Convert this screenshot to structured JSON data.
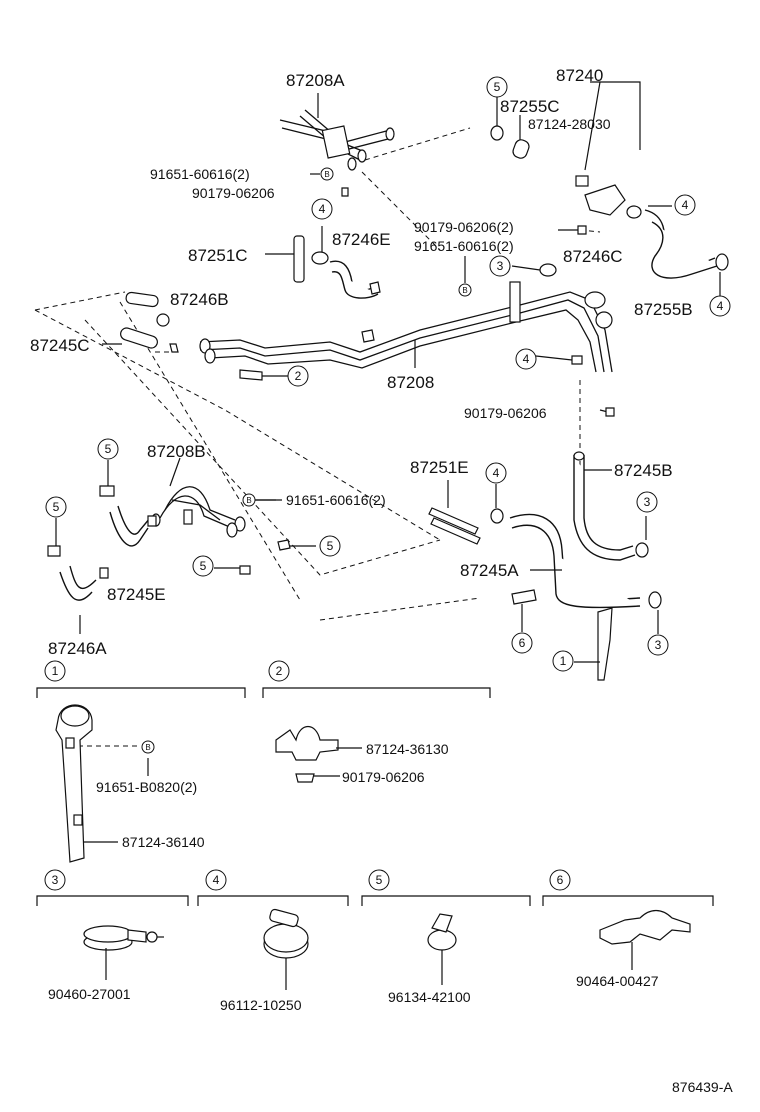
{
  "labels": {
    "p87208A": "87208A",
    "p87240": "87240",
    "p87255C": "87255C",
    "p87124_28030": "87124-28030",
    "p91651_60616_2_top": "91651-60616(2)",
    "p90179_06206_top": "90179-06206",
    "p87251C": "87251C",
    "p87246E": "87246E",
    "p90179_06206_2": "90179-06206(2)",
    "p91651_60616_2_mid": "91651-60616(2)",
    "p87246C": "87246C",
    "p87246B": "87246B",
    "p87255B": "87255B",
    "p87245C": "87245C",
    "p87208": "87208",
    "p90179_06206_right": "90179-06206",
    "p87208B": "87208B",
    "p87251E": "87251E",
    "p87245B": "87245B",
    "p91651_60616_2_low": "91651-60616(2)",
    "p87245A": "87245A",
    "p87245E": "87245E",
    "p87246A": "87246A",
    "p87124_36130": "87124-36130",
    "p90179_06206_detail": "90179-06206",
    "p91651_B0820_2": "91651-B0820(2)",
    "p87124_36140": "87124-36140",
    "p90460_27001": "90460-27001",
    "p96112_10250": "96112-10250",
    "p96134_42100": "96134-42100",
    "p90464_00427": "90464-00427",
    "ref": "876439-A"
  },
  "callouts": {
    "c1": "1",
    "c2": "2",
    "c3": "3",
    "c4": "4",
    "c5": "5",
    "c6": "6",
    "bolt": "B"
  }
}
